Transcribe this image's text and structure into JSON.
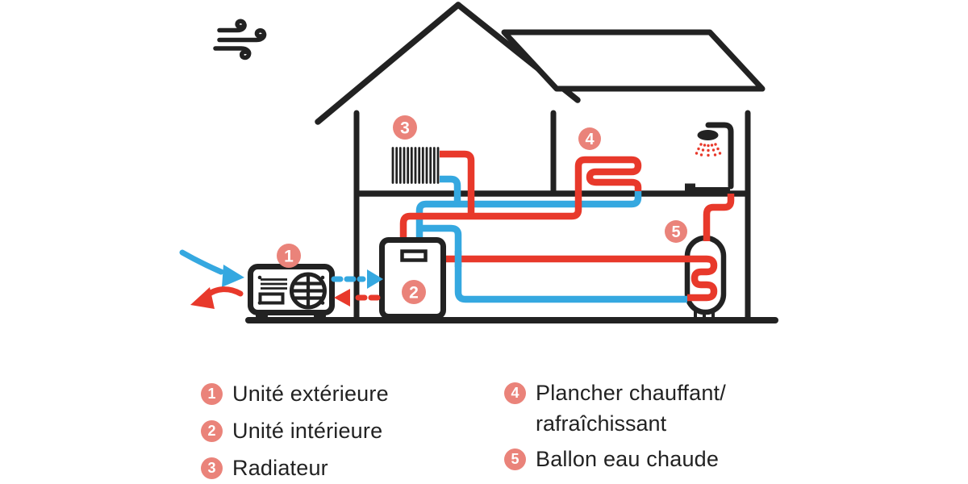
{
  "diagram": {
    "badge_numbers": [
      "1",
      "2",
      "3",
      "4",
      "5"
    ]
  },
  "legend": {
    "items": [
      {
        "num": "1",
        "label": "Unité extérieure"
      },
      {
        "num": "2",
        "label": "Unité intérieure"
      },
      {
        "num": "3",
        "label": "Radiateur"
      },
      {
        "num": "4",
        "label": "Plancher chauffant/",
        "label_line2": "rafraîchissant"
      },
      {
        "num": "5",
        "label": "Ballon eau chaude"
      }
    ]
  },
  "colors": {
    "hot_pipe": "#e8392b",
    "cold_pipe": "#35a8e0",
    "badge": "#ea837a",
    "ink": "#222222"
  }
}
